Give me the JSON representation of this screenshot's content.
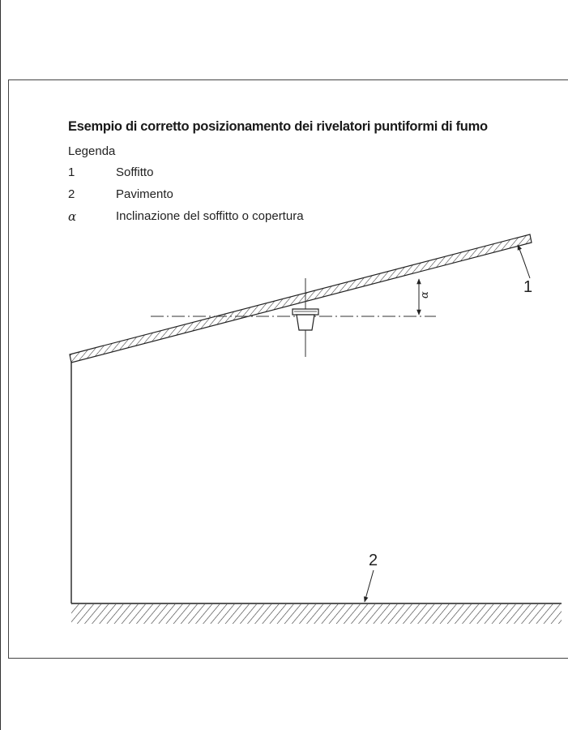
{
  "figure": {
    "title": "Esempio di corretto posizionamento dei rivelatori puntiformi di fumo",
    "legend_heading": "Legenda",
    "legend": [
      {
        "key": "1",
        "description": "Soffitto"
      },
      {
        "key": "2",
        "description": "Pavimento"
      },
      {
        "key": "α",
        "description": "Inclinazione del soffitto o copertura"
      }
    ],
    "callouts": {
      "ceiling": "1",
      "floor": "2",
      "angle": "α"
    }
  }
}
